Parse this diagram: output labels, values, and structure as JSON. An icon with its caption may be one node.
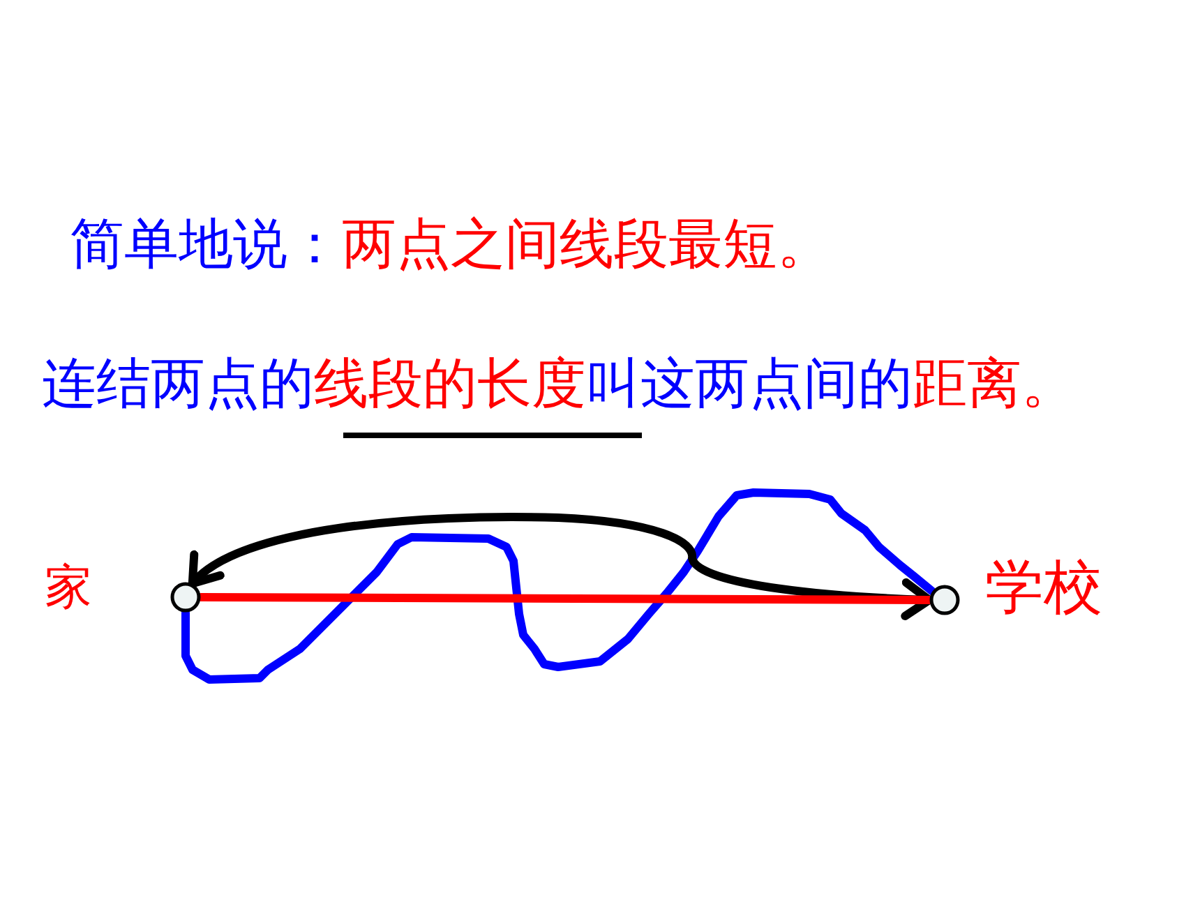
{
  "diagram": {
    "nodes": [
      {
        "text": [],
        "shape": "circle",
        "beside": [
          "家"
        ]
      },
      {
        "text": [],
        "shape": "circle",
        "beside": [
          "学校"
        ]
      }
    ],
    "edges": [
      {
        "from": 0,
        "to": 1,
        "arrow": "none",
        "color": "#ff0000"
      },
      {
        "from": 0,
        "to": 1,
        "arrow": "both",
        "color": "#000000"
      },
      {
        "from": 0,
        "to": 1,
        "arrow": "none",
        "color": "#0000ff"
      }
    ],
    "labels": [
      "简单地说：",
      "两点之间线段最短。",
      "连结两点的",
      "线段的长度",
      "叫这两点间的",
      "距离。"
    ]
  }
}
